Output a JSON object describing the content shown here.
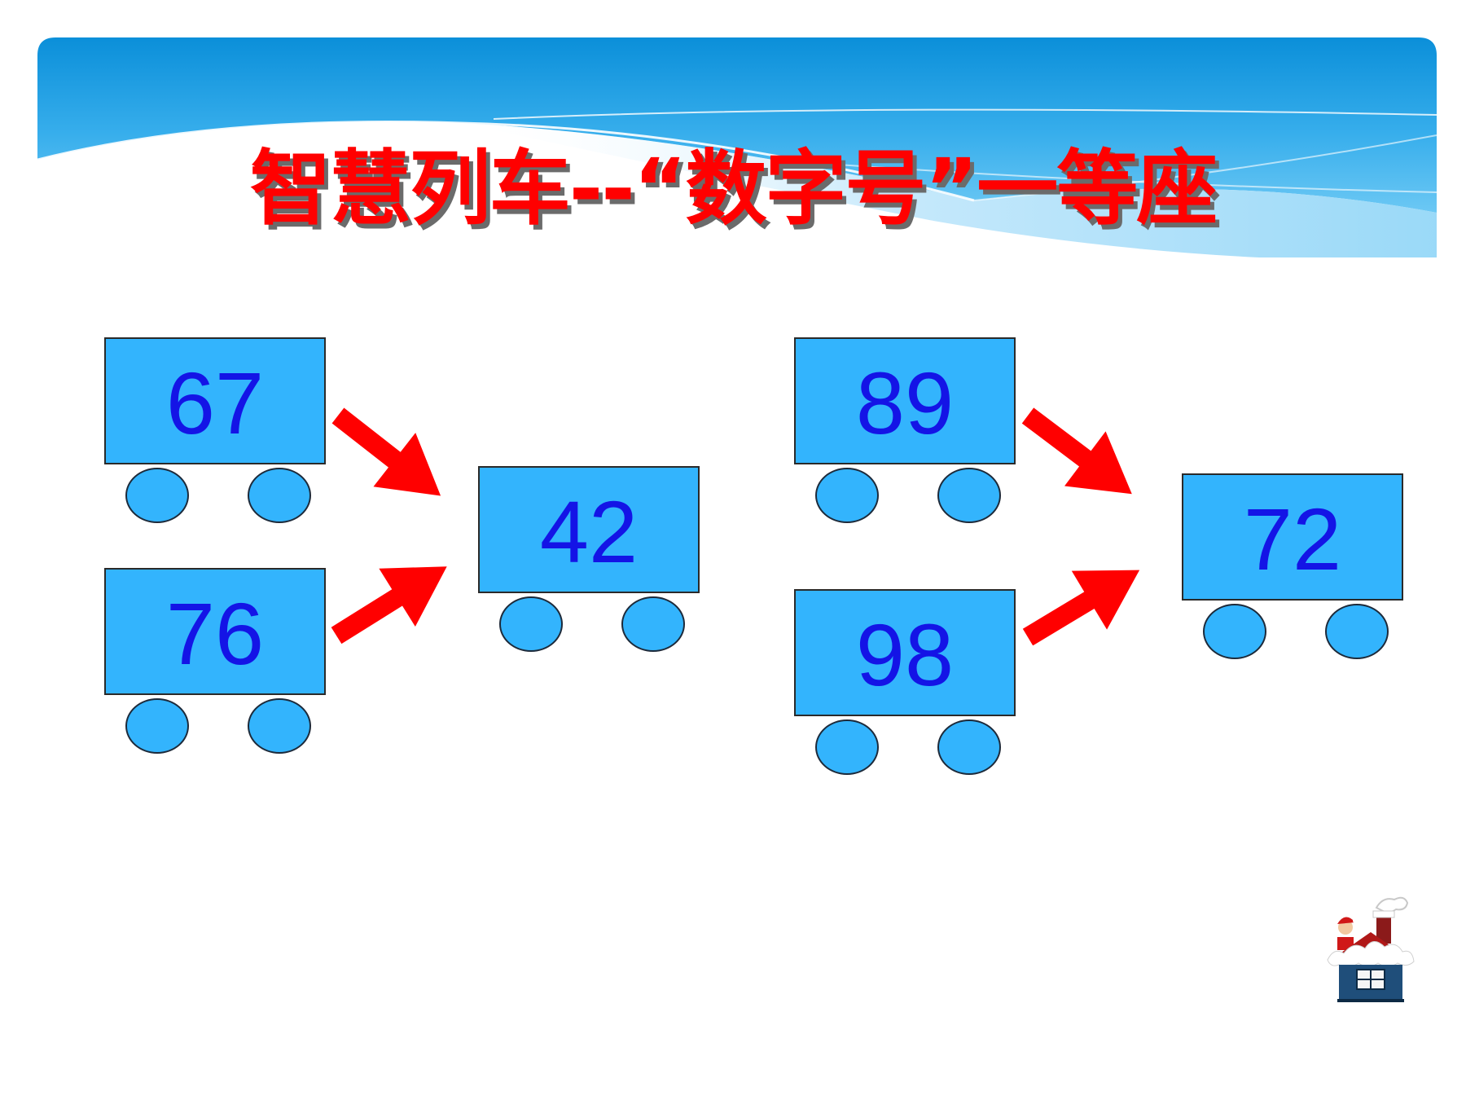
{
  "slide": {
    "title": "智慧列车--“数字号”一等座"
  },
  "left_group": {
    "source_cars": [
      "67",
      "76"
    ],
    "target_car": "42"
  },
  "right_group": {
    "source_cars": [
      "89",
      "98"
    ],
    "target_car": "72"
  },
  "colors": {
    "title": "#ff0000",
    "car_fill": "#33b4fd",
    "number": "#1414e6",
    "arrow": "#ff0000",
    "banner_top": "#0c8fd8"
  },
  "icons": [
    "right-arrow-icon",
    "house-icon"
  ]
}
